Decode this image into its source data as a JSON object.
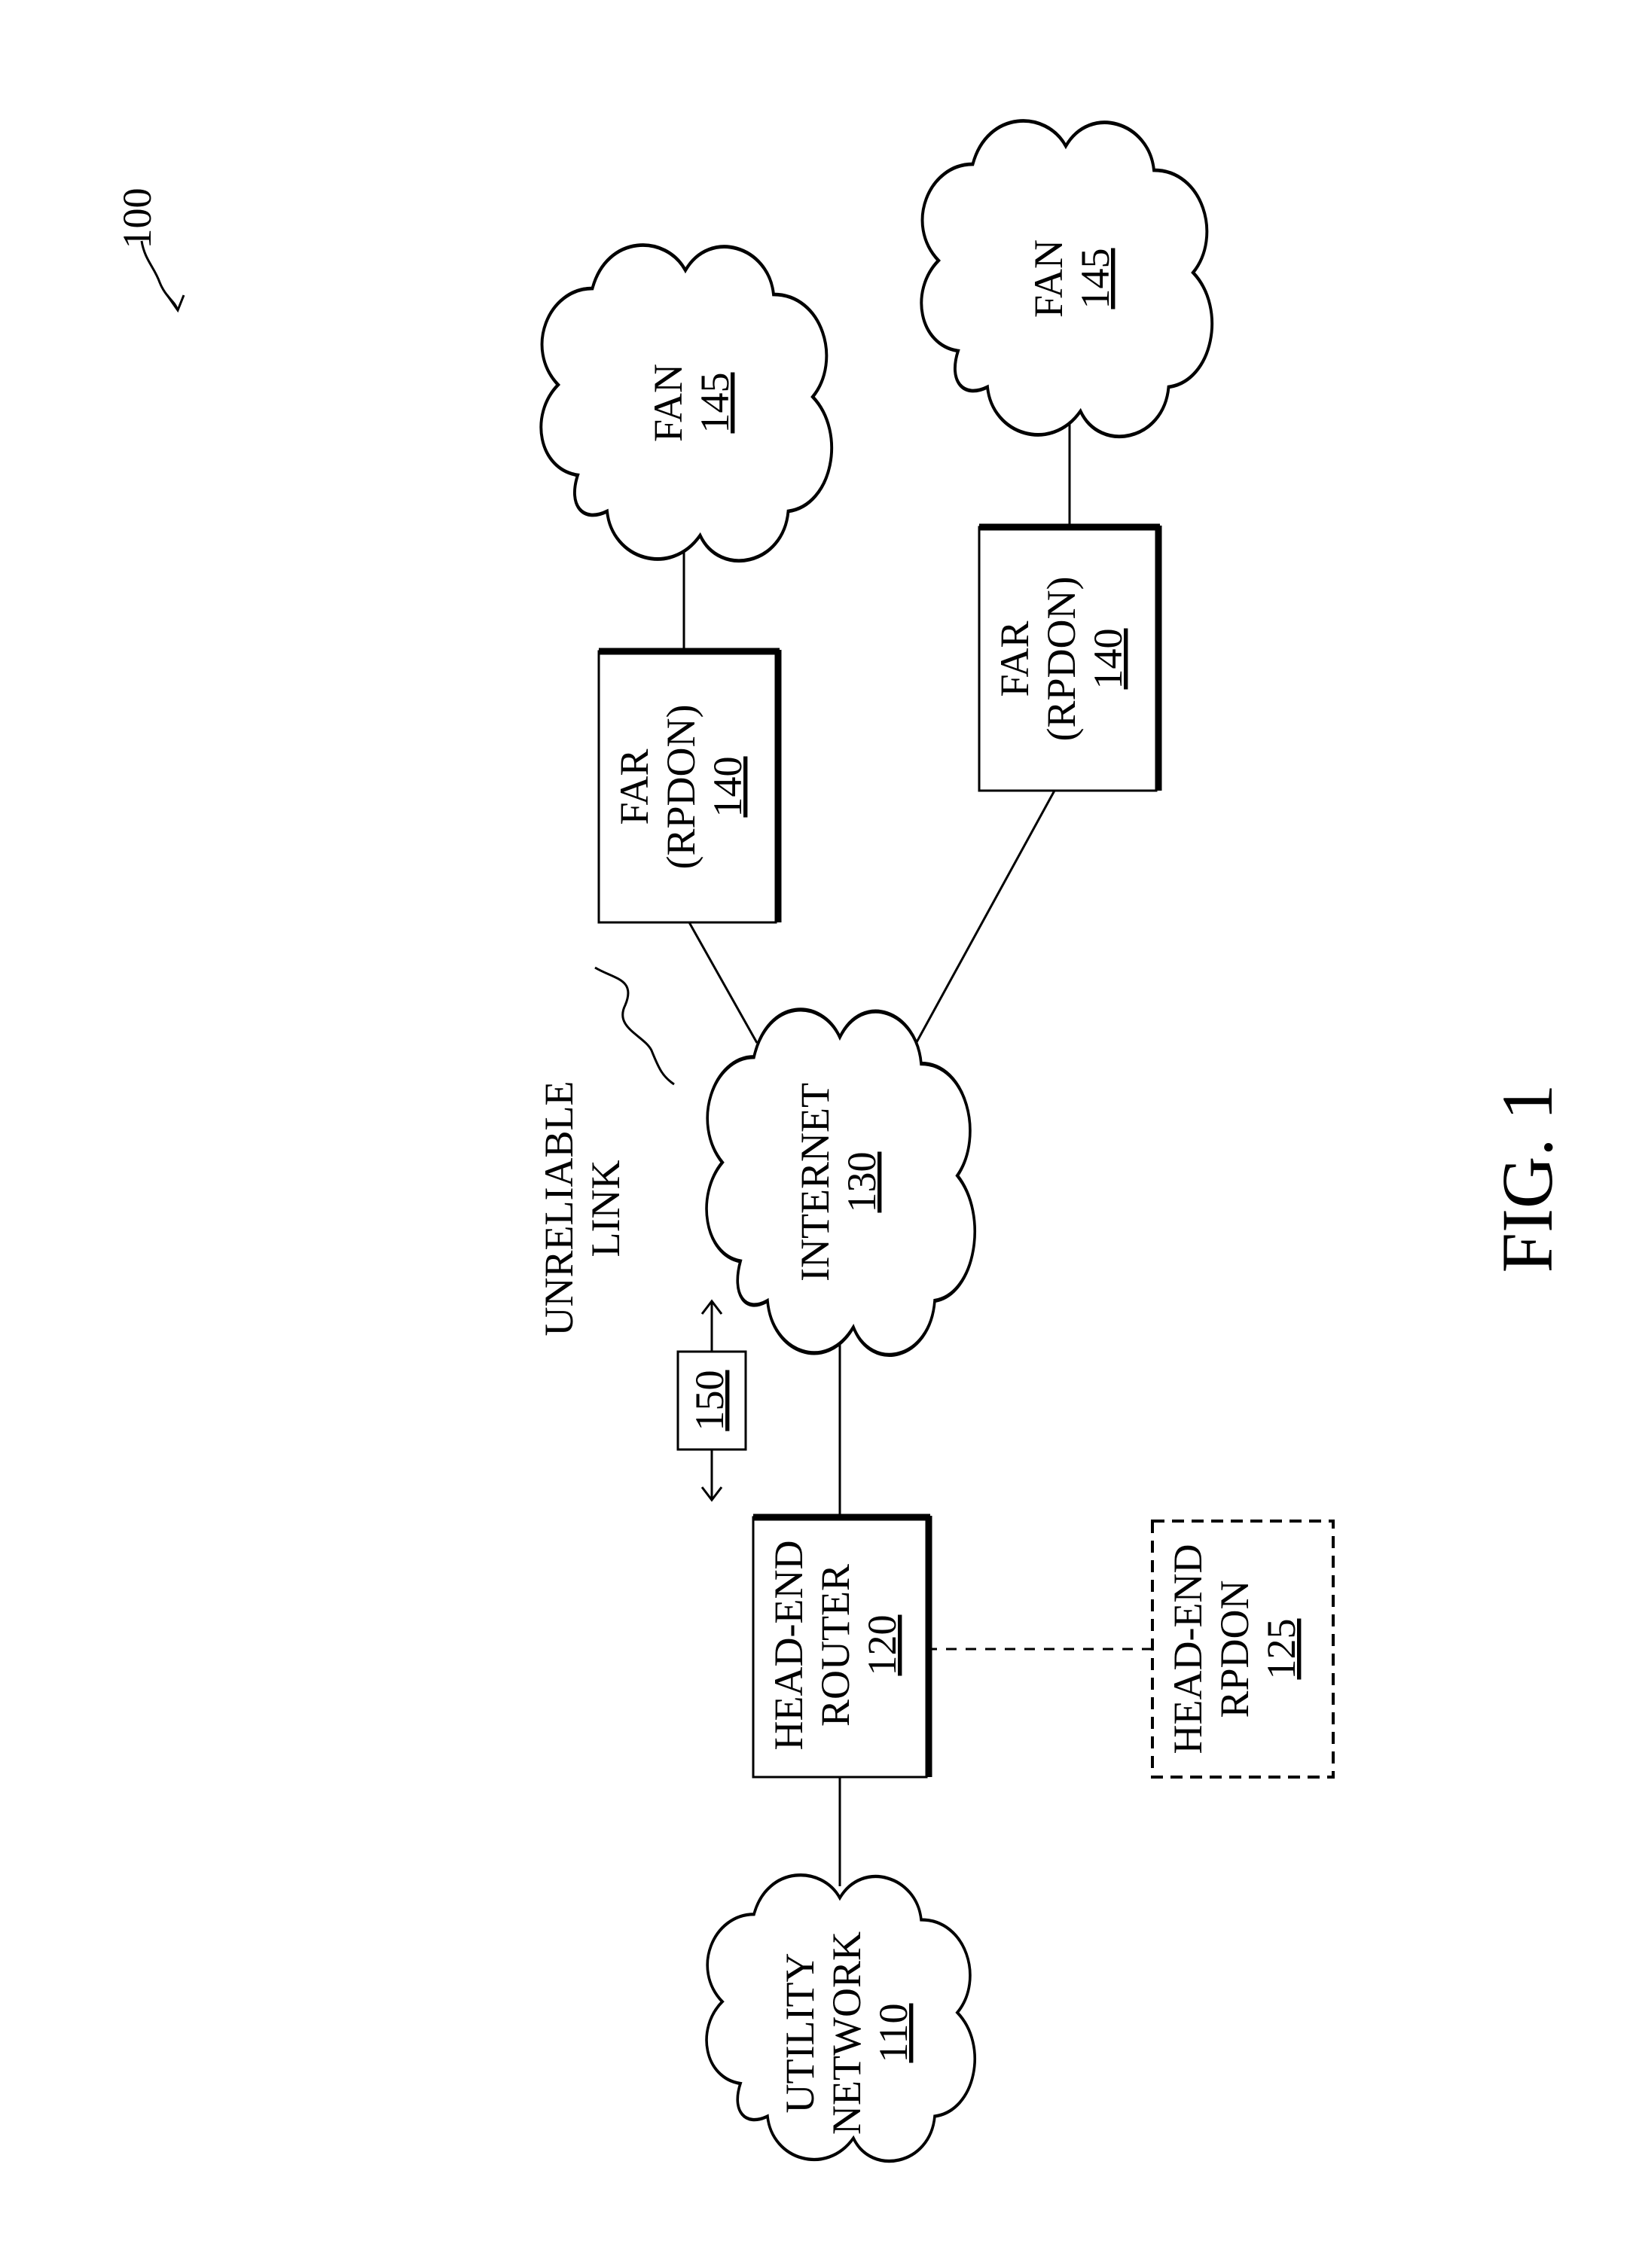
{
  "figure": {
    "reference_number": "100",
    "caption": "FIG. 1",
    "unreliable_link_label": [
      "UNRELIABLE",
      "LINK"
    ],
    "connection_ref": "150"
  },
  "nodes": {
    "utility_network": {
      "lines": [
        "UTILITY",
        "NETWORK"
      ],
      "ref": "110"
    },
    "head_end_router": {
      "lines": [
        "HEAD-END",
        "ROUTER"
      ],
      "ref": "120"
    },
    "head_end_rpdon": {
      "lines": [
        "HEAD-END",
        "RPDON"
      ],
      "ref": "125"
    },
    "internet": {
      "lines": [
        "INTERNET"
      ],
      "ref": "130"
    },
    "far_1": {
      "lines": [
        "FAR",
        "(RPDON)"
      ],
      "ref": "140"
    },
    "far_2": {
      "lines": [
        "FAR",
        "(RPDON)"
      ],
      "ref": "140"
    },
    "fan_1": {
      "lines": [
        "FAN"
      ],
      "ref": "145"
    },
    "fan_2": {
      "lines": [
        "FAN"
      ],
      "ref": "145"
    }
  },
  "colors": {
    "line": "#000000",
    "background": "#ffffff"
  }
}
